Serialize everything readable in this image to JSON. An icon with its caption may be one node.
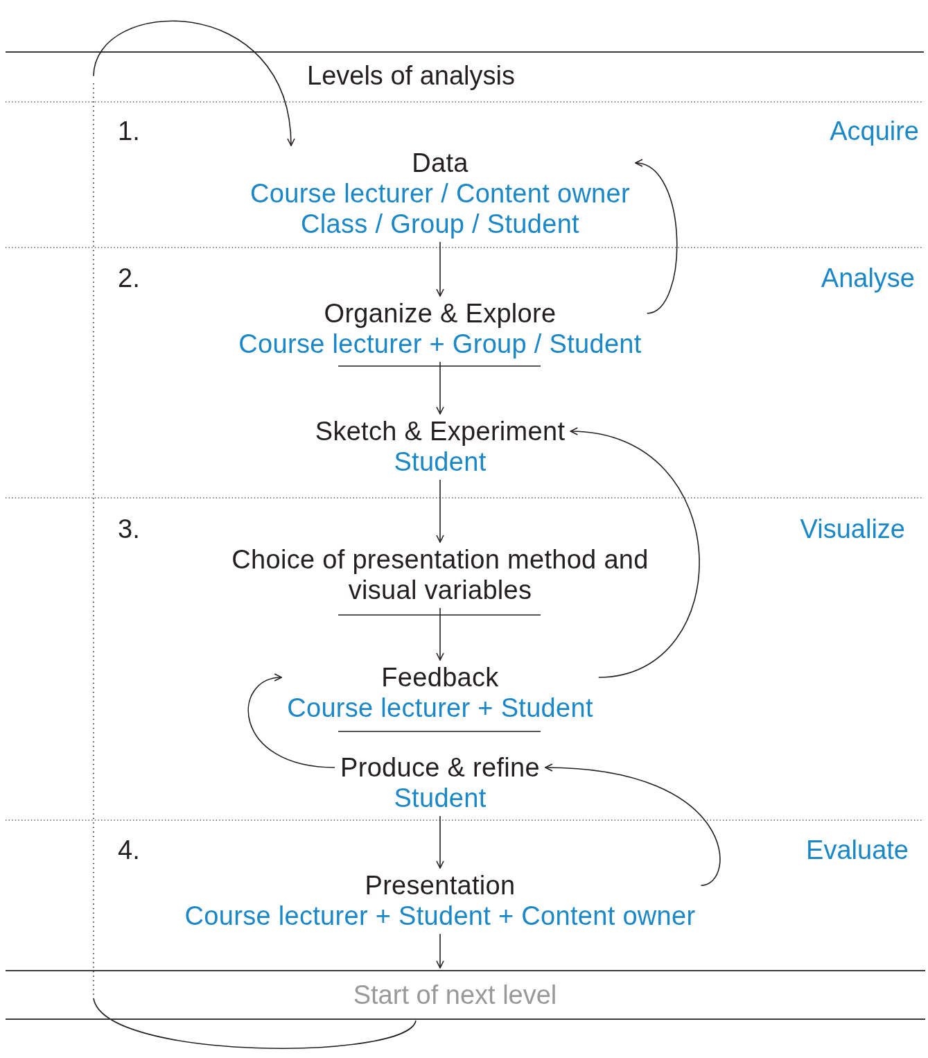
{
  "diagram": {
    "title": "Levels of analysis",
    "nodes": [
      {
        "text": [
          "Data",
          "Course lecturer / Content owner",
          "Class / Group / Student"
        ]
      },
      {
        "text": [
          "Organize & Explore",
          "Course lecturer + Group / Student"
        ]
      },
      {
        "text": [
          "Sketch & Experiment",
          "Student"
        ]
      },
      {
        "text": [
          "Choice of presentation method and visual variables"
        ]
      },
      {
        "text": [
          "Feedback",
          "Course lecturer + Student"
        ]
      },
      {
        "text": [
          "Produce & refine",
          "Student"
        ]
      },
      {
        "text": [
          "Presentation",
          "Course lecturer + Student + Content owner"
        ]
      },
      {
        "text": [
          "Start of next level"
        ]
      }
    ],
    "edges": [
      {
        "from": 0,
        "to": 1,
        "arrow": "to"
      },
      {
        "from": 1,
        "to": 2,
        "arrow": "to"
      },
      {
        "from": 2,
        "to": 3,
        "arrow": "to"
      },
      {
        "from": 3,
        "to": 4,
        "arrow": "to"
      },
      {
        "from": 5,
        "to": 6,
        "arrow": "to"
      },
      {
        "from": 1,
        "to": 0,
        "arrow": "to"
      },
      {
        "from": 4,
        "to": 2,
        "arrow": "to"
      },
      {
        "from": 5,
        "to": 4,
        "arrow": "to"
      },
      {
        "from": 6,
        "to": 5,
        "arrow": "to"
      },
      {
        "from": 6,
        "to": 7,
        "arrow": "to"
      },
      {
        "from": 7,
        "to": 0,
        "arrow": "to",
        "style": "dashed"
      }
    ],
    "labels": [
      "1.",
      "Acquire",
      "2.",
      "Analyse",
      "3.",
      "Visualize",
      "4.",
      "Evaluate"
    ]
  }
}
